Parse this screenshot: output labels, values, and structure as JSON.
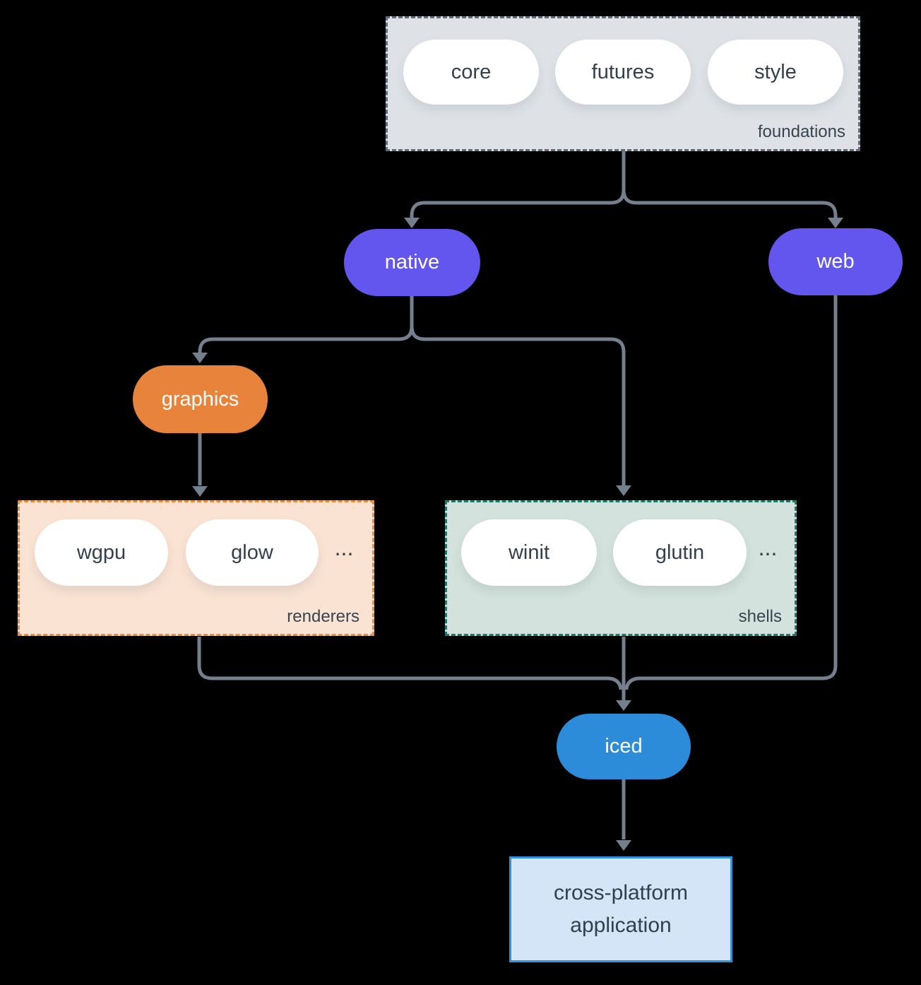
{
  "diagram": {
    "background": "#000000",
    "connector_color": "#74808E",
    "text_color": "#32404E",
    "label_color": "#36454F",
    "groups": {
      "foundations": {
        "label": "foundations",
        "fill": "#DEE2E6",
        "border": "#5F6E7E",
        "pills": [
          "core",
          "futures",
          "style"
        ]
      },
      "renderers": {
        "label": "renderers",
        "fill": "#FAE3D3",
        "border": "#EC8B3E",
        "pills": [
          "wgpu",
          "glow"
        ],
        "ellipsis": "..."
      },
      "shells": {
        "label": "shells",
        "fill": "#D3E2DC",
        "border": "#1F7A6A",
        "pills": [
          "winit",
          "glutin"
        ],
        "ellipsis": "..."
      }
    },
    "nodes": {
      "native": {
        "label": "native",
        "fill": "#6356EE"
      },
      "web": {
        "label": "web",
        "fill": "#6356EE"
      },
      "graphics": {
        "label": "graphics",
        "fill": "#E8833C"
      },
      "iced": {
        "label": "iced",
        "fill": "#2D8CD9"
      },
      "application": {
        "label": "cross-platform application",
        "fill": "#D4E5F7",
        "border": "#2F93E0"
      }
    }
  }
}
